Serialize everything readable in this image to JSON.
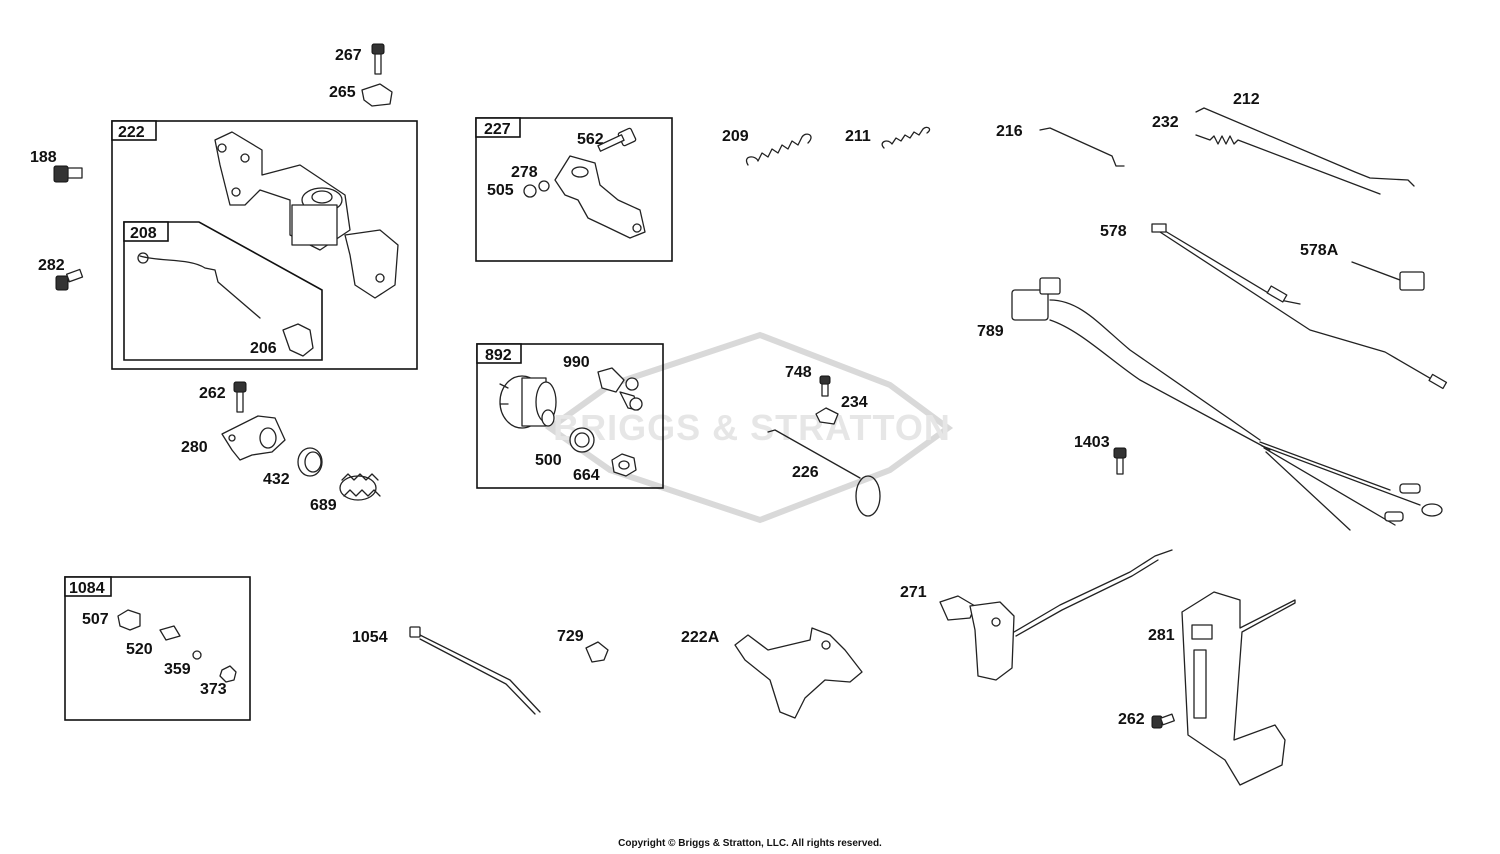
{
  "watermark": "BRIGGS & STRATTON",
  "copyright": "Copyright © Briggs & Stratton, LLC. All rights reserved.",
  "boxes": {
    "b222": "222",
    "b208": "208",
    "b227": "227",
    "b892": "892",
    "b1084": "1084"
  },
  "labels": {
    "p267": "267",
    "p265": "265",
    "p188": "188",
    "p282": "282",
    "p206": "206",
    "p262a": "262",
    "p280": "280",
    "p432": "432",
    "p689": "689",
    "p562": "562",
    "p278": "278",
    "p505": "505",
    "p990": "990",
    "p500": "500",
    "p664": "664",
    "p209": "209",
    "p211": "211",
    "p216": "216",
    "p232": "232",
    "p212": "212",
    "p578": "578",
    "p578A": "578A",
    "p789": "789",
    "p748": "748",
    "p234": "234",
    "p226": "226",
    "p1403": "1403",
    "p507": "507",
    "p520": "520",
    "p359": "359",
    "p373": "373",
    "p1054": "1054",
    "p729": "729",
    "p222A": "222A",
    "p271": "271",
    "p281": "281",
    "p262b": "262"
  }
}
